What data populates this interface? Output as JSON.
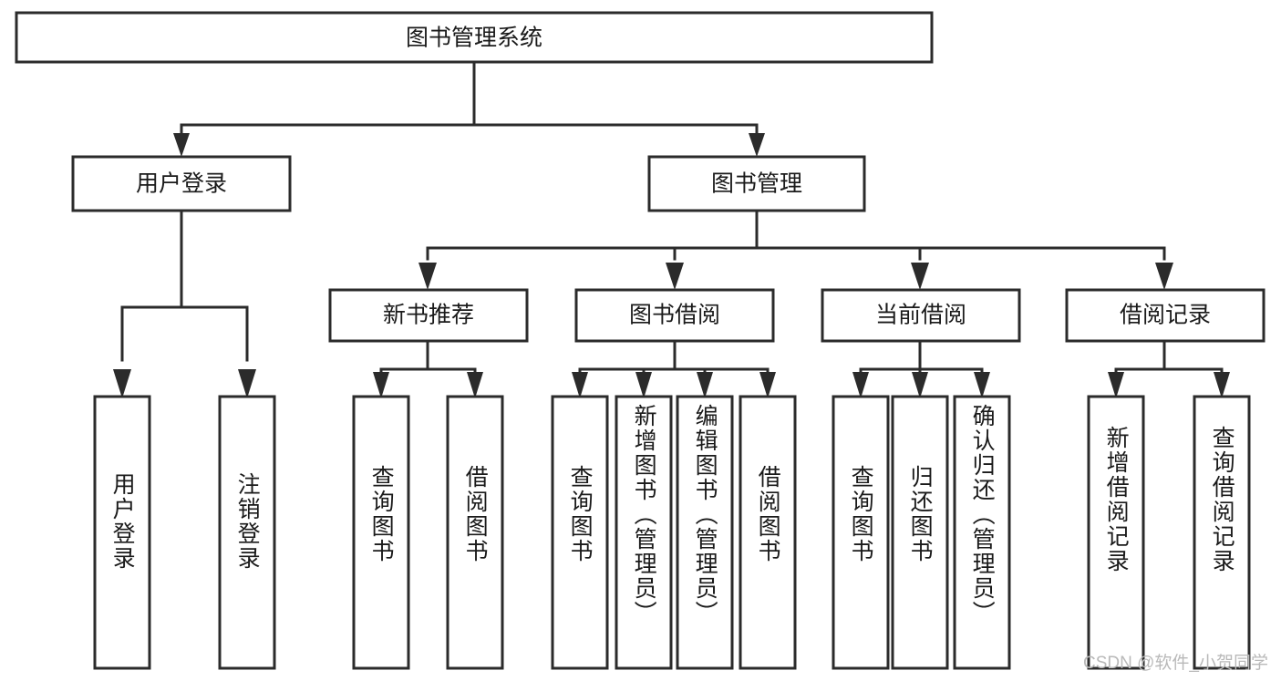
{
  "diagram": {
    "title": "图书管理系统",
    "type": "hierarchy-tree",
    "watermark": "CSDN @软件_小贺同学",
    "colors": {
      "box_stroke": "#2b2b2b",
      "box_fill": "#ffffff",
      "connector": "#2b2b2b",
      "text": "#1a1a1a",
      "watermark": "#b9b9b9",
      "background": "#ffffff"
    },
    "levels": {
      "root": {
        "label": "图书管理系统"
      },
      "level2": [
        {
          "label": "用户登录"
        },
        {
          "label": "图书管理"
        }
      ],
      "level3": [
        {
          "label": "新书推荐"
        },
        {
          "label": "图书借阅"
        },
        {
          "label": "当前借阅"
        },
        {
          "label": "借阅记录"
        }
      ],
      "leaves": {
        "user_login_children": [
          {
            "label": "用户登录"
          },
          {
            "label": "注销登录"
          }
        ],
        "new_book_children": [
          {
            "label": "查询图书"
          },
          {
            "label": "借阅图书"
          }
        ],
        "book_borrow_children": [
          {
            "label": "查询图书"
          },
          {
            "label": "新增图书（管理员）"
          },
          {
            "label": "编辑图书（管理员）"
          },
          {
            "label": "借阅图书"
          }
        ],
        "current_borrow_children": [
          {
            "label": "查询图书"
          },
          {
            "label": "归还图书"
          },
          {
            "label": "确认归还（管理员）"
          }
        ],
        "borrow_record_children": [
          {
            "label": "新增借阅记录"
          },
          {
            "label": "查询借阅记录"
          }
        ]
      }
    }
  }
}
